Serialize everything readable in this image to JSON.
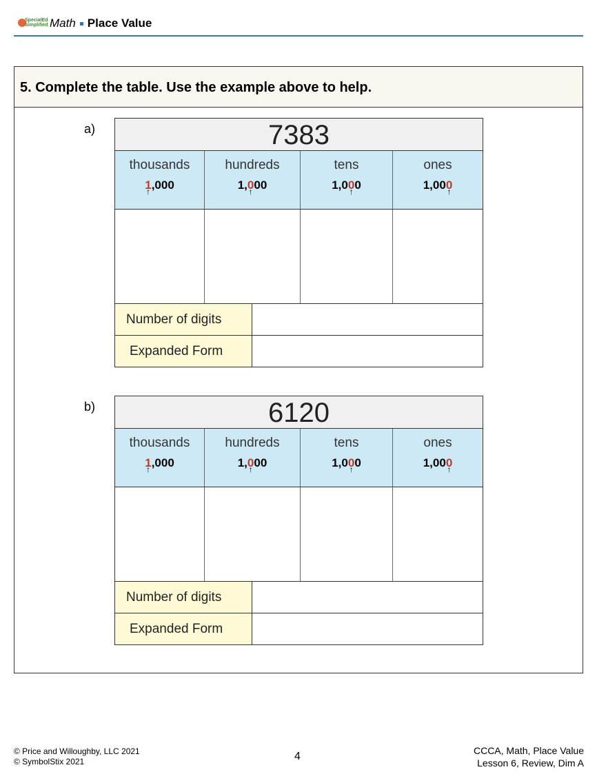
{
  "header": {
    "logo_text": "SpecialEd Simplified",
    "subject": "Math",
    "title": "Place Value"
  },
  "question": "5. Complete the table. Use the example above to help.",
  "columns": [
    {
      "name": "thousands",
      "pre": "",
      "hl": "1",
      "post": ",000"
    },
    {
      "name": "hundreds",
      "pre": "1,",
      "hl": "0",
      "post": "00"
    },
    {
      "name": "tens",
      "pre": "1,0",
      "hl": "0",
      "post": "0"
    },
    {
      "name": "ones",
      "pre": "1,00",
      "hl": "0",
      "post": ""
    }
  ],
  "rows_labels": {
    "digits": "Number of digits",
    "expanded": "Expanded Form"
  },
  "problems": [
    {
      "label": "a)",
      "number": "7383"
    },
    {
      "label": "b)",
      "number": "6120"
    }
  ],
  "footer": {
    "left1": "© Price and Willoughby, LLC 2021",
    "left2": "© SymbolStix 2021",
    "page": "4",
    "right1": "CCCA, Math, Place Value",
    "right2": "Lesson 6, Review, Dim A"
  }
}
